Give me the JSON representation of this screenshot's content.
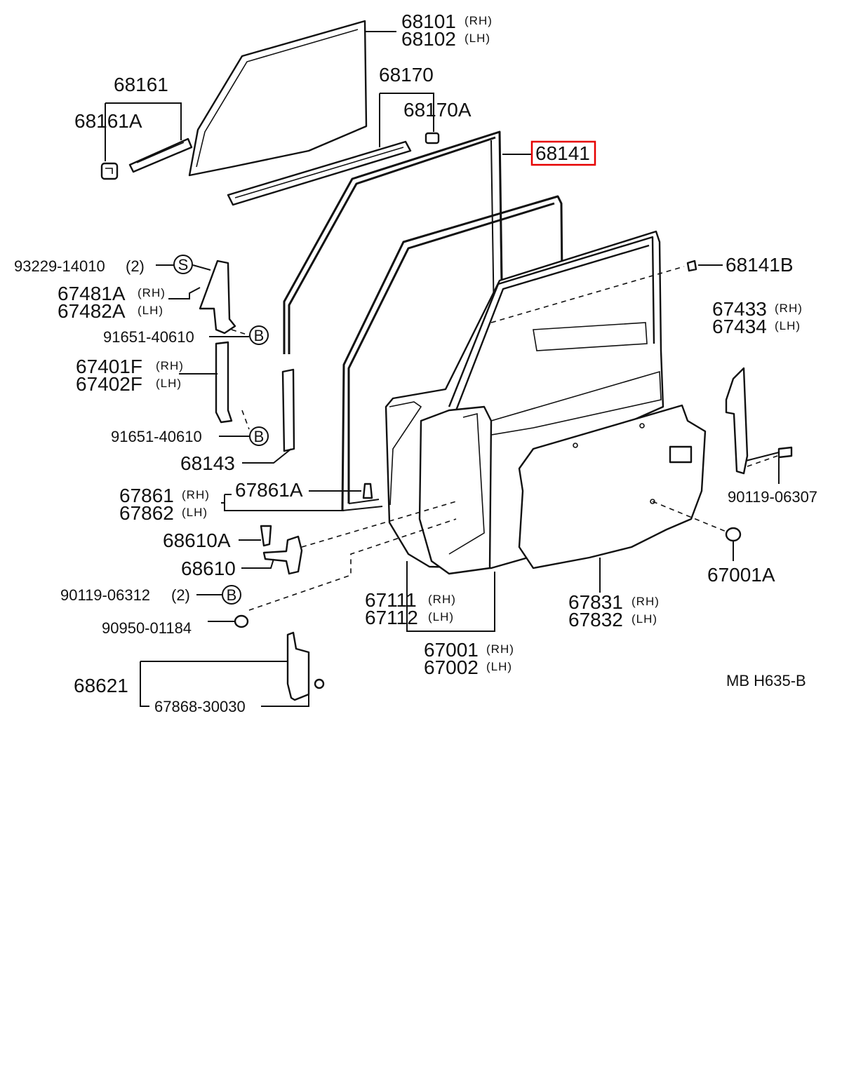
{
  "labels": {
    "l68101": "68101",
    "l68102": "68102",
    "l68161": "68161",
    "l68161A": "68161A",
    "l68170": "68170",
    "l68170A": "68170A",
    "l68141": "68141",
    "l68141B": "68141B",
    "l93229": "93229-14010",
    "l93229qty": "(2)",
    "l67481A": "67481A",
    "l67482A": "67482A",
    "l91651a": "91651-40610",
    "l91651b": "91651-40610",
    "l67401F": "67401F",
    "l67402F": "67402F",
    "l68143": "68143",
    "l67433": "67433",
    "l67434": "67434",
    "l67861": "67861",
    "l67862": "67862",
    "l67861A": "67861A",
    "l68610A": "68610A",
    "l68610": "68610",
    "l90119a": "90119-06312",
    "l90119aqty": "(2)",
    "l90119b": "90119-06307",
    "l90950": "90950-01184",
    "l67111": "67111",
    "l67112": "67112",
    "l67001": "67001",
    "l67002": "67002",
    "l67831": "67831",
    "l67832": "67832",
    "l67001A": "67001A",
    "l68621": "68621",
    "l67868": "67868-30030",
    "rh": "(RH)",
    "lh": "(LH)",
    "symS": "S",
    "symB": "B",
    "code": "MB  H635-B"
  },
  "highlight": {
    "part": "68141",
    "color": "#e60000"
  }
}
